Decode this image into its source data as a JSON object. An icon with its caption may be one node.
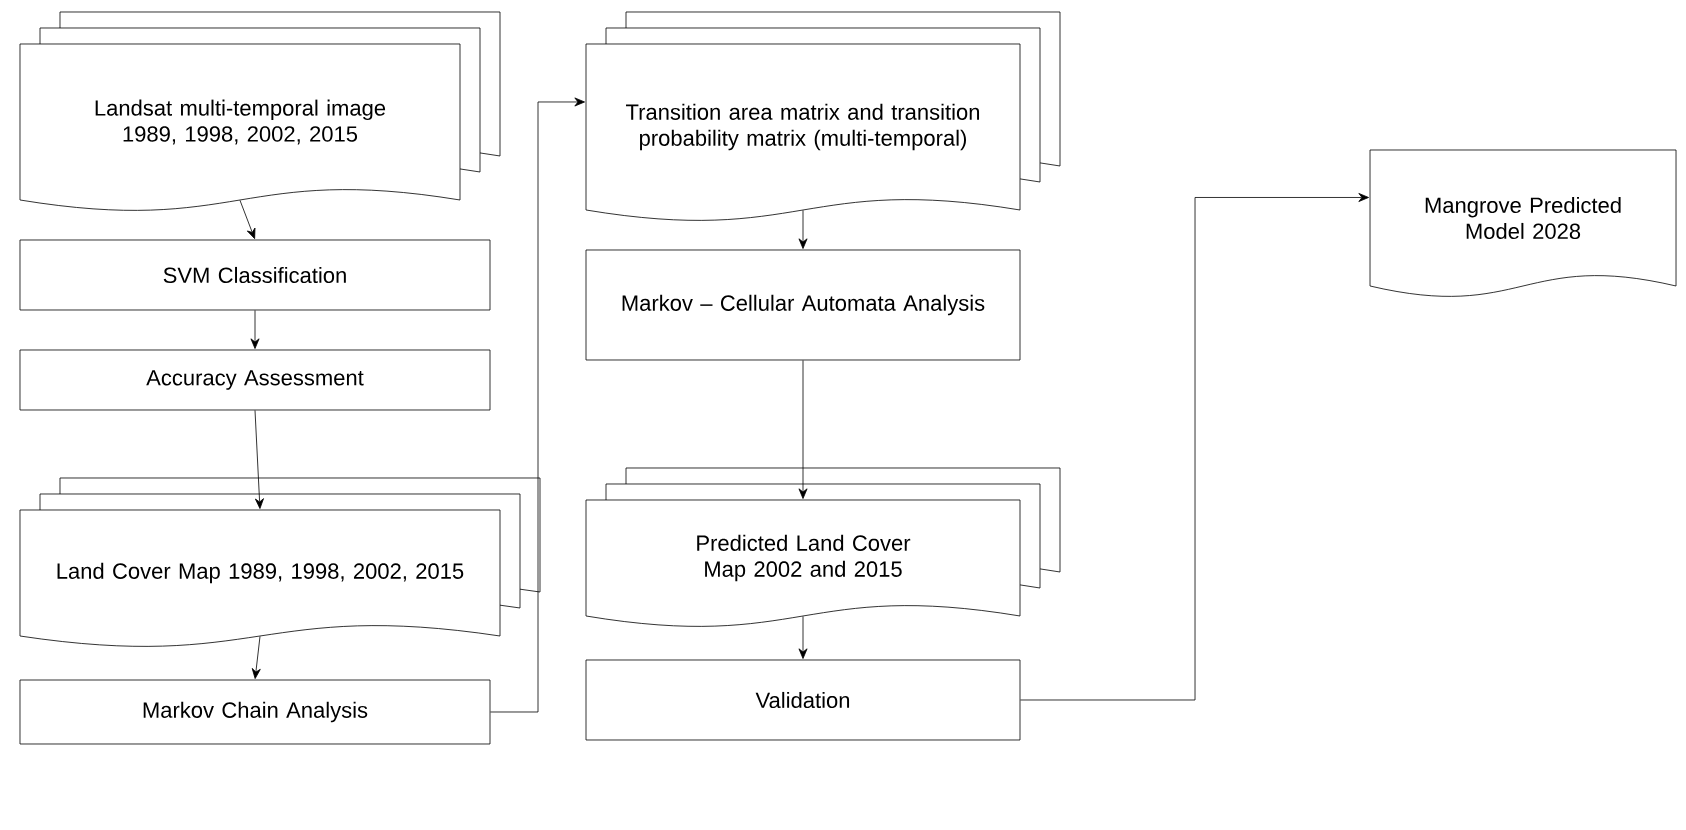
{
  "diagram": {
    "nodes": [
      {
        "text": [
          "Landsat multi-temporal image 1989, 1998, 2002, 2015"
        ]
      },
      {
        "text": [
          "SVM Classification"
        ]
      },
      {
        "text": [
          "Accuracy Assessment"
        ]
      },
      {
        "text": [
          "Land Cover Map 1989, 1998, 2002, 2015"
        ]
      },
      {
        "text": [
          "Markov Chain Analysis"
        ]
      },
      {
        "text": [
          "Transition area matrix and transition probability matrix (multi-temporal)"
        ]
      },
      {
        "text": [
          "Markov – Cellular Automata Analysis"
        ]
      },
      {
        "text": [
          "Predicted Land Cover Map 2002 and 2015"
        ]
      },
      {
        "text": [
          "Validation"
        ]
      },
      {
        "text": [
          "Mangrove Predicted Model 2028"
        ]
      }
    ],
    "edges": [
      {
        "from": 0,
        "to": 1,
        "arrow": "to"
      },
      {
        "from": 1,
        "to": 2,
        "arrow": "to"
      },
      {
        "from": 2,
        "to": 3,
        "arrow": "to"
      },
      {
        "from": 3,
        "to": 4,
        "arrow": "to"
      },
      {
        "from": 4,
        "to": 5,
        "arrow": "to"
      },
      {
        "from": 5,
        "to": 6,
        "arrow": "to"
      },
      {
        "from": 6,
        "to": 7,
        "arrow": "to"
      },
      {
        "from": 7,
        "to": 8,
        "arrow": "to"
      },
      {
        "from": 8,
        "to": 9,
        "arrow": "to"
      }
    ]
  }
}
